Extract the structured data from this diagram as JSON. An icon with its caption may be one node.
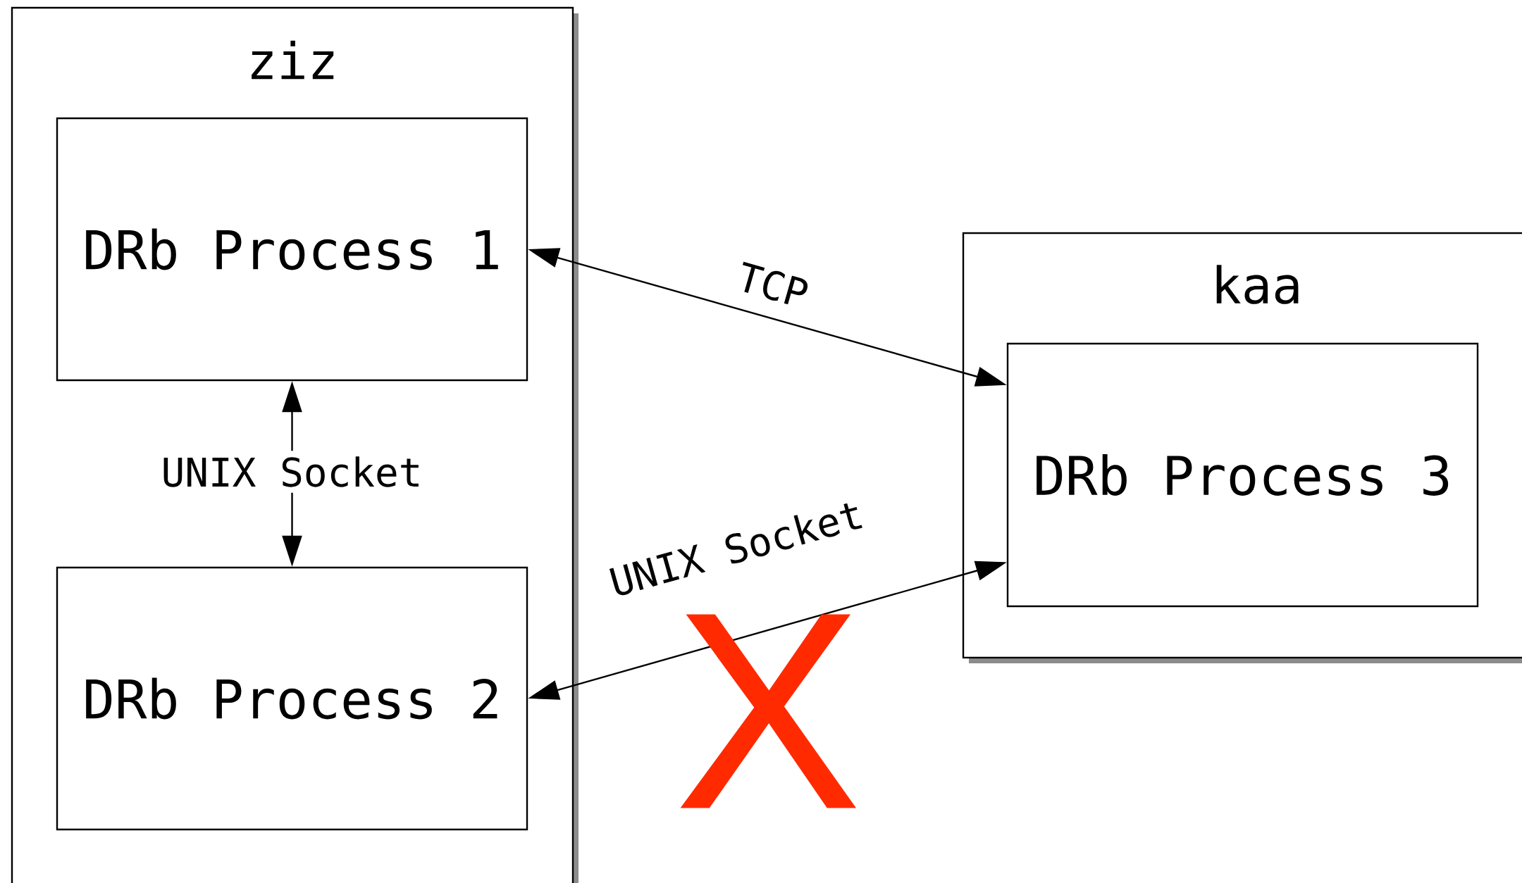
{
  "diagram": {
    "nodes": [
      {
        "text": [
          "ziz"
        ]
      },
      {
        "text": [
          "DRb Process 1"
        ],
        "in": 0
      },
      {
        "text": [
          "DRb Process 2"
        ],
        "in": 0
      },
      {
        "text": [
          "kaa"
        ]
      },
      {
        "text": [
          "DRb Process 3"
        ],
        "in": 3
      }
    ],
    "edges": [
      {
        "from": 1,
        "to": 4,
        "arrow": "both",
        "label": "TCP"
      },
      {
        "from": 1,
        "to": 2,
        "arrow": "both",
        "label": "UNIX Socket"
      },
      {
        "from": 2,
        "to": 4,
        "arrow": "both",
        "label": "UNIX Socket"
      }
    ],
    "labels": [
      "X"
    ]
  }
}
